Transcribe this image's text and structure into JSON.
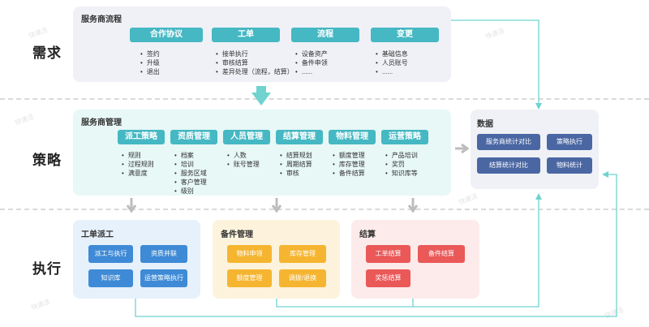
{
  "rows": {
    "demand": "需求",
    "strategy": "策略",
    "execution": "执行"
  },
  "colors": {
    "teal": "#45b8c3",
    "navy": "#4a67a3",
    "blue": "#3e8ad6",
    "orange": "#f5b530",
    "red": "#ea5858",
    "teal_line": "#6fd3cf",
    "grey_arrow": "#bdbdbd"
  },
  "demand": {
    "title": "服务商流程",
    "groups": [
      {
        "label": "合作协议",
        "items": [
          "签约",
          "升级",
          "退出"
        ]
      },
      {
        "label": "工单",
        "items": [
          "接单执行",
          "审核结算",
          "差异处理（流程，结算）"
        ]
      },
      {
        "label": "流程",
        "items": [
          "设备资产",
          "备件申领",
          "......"
        ]
      },
      {
        "label": "变更",
        "items": [
          "基础信息",
          "人员账号",
          "......"
        ]
      }
    ]
  },
  "strategy": {
    "title": "服务商管理",
    "groups": [
      {
        "label": "派工策略",
        "items": [
          "规则",
          "过程规则",
          "满意度"
        ]
      },
      {
        "label": "资质管理",
        "items": [
          "档案",
          "培训",
          "服务区域",
          "客户管理",
          "级别"
        ]
      },
      {
        "label": "人员管理",
        "items": [
          "人数",
          "账号管理"
        ]
      },
      {
        "label": "结算管理",
        "items": [
          "结算规划",
          "周期结算",
          "审核"
        ]
      },
      {
        "label": "物料管理",
        "items": [
          "额度管理",
          "库存管理",
          "备件结算"
        ]
      },
      {
        "label": "运营策略",
        "items": [
          "产品培训",
          "奖罚",
          "知识库等"
        ]
      }
    ]
  },
  "data_panel": {
    "title": "数据",
    "chips": [
      "服务商统计对比",
      "策略执行",
      "结算统计对比",
      "物料统计"
    ]
  },
  "execution": {
    "dispatch": {
      "title": "工单派工",
      "chips": [
        "派工与执行",
        "资质并联",
        "知识库",
        "运营策略执行"
      ]
    },
    "parts": {
      "title": "备件管理",
      "chips": [
        "物料申领",
        "库存管理",
        "额度管理",
        "调拨/退换"
      ]
    },
    "settlement": {
      "title": "结算",
      "chips": [
        "工单结算",
        "备件结算",
        "奖惩结算"
      ]
    }
  },
  "watermark": "快递活"
}
